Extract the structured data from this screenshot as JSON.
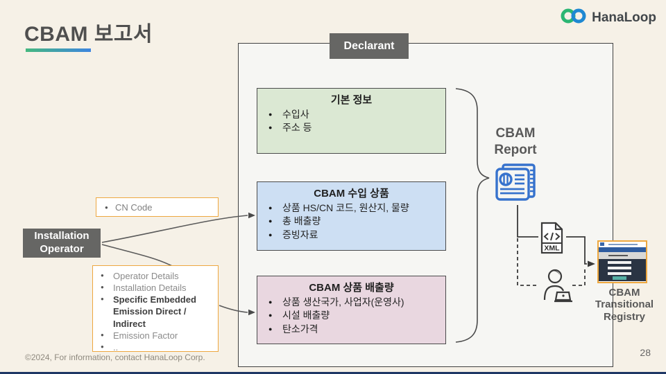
{
  "slide": {
    "title": "CBAM 보고서",
    "page_number": "28",
    "footer": "©2024, For information, contact HanaLoop Corp."
  },
  "logo": {
    "text": "HanaLoop"
  },
  "declarant": {
    "label": "Declarant",
    "basic_info": {
      "title": "기본 정보",
      "items": [
        "수입사",
        "주소 등"
      ]
    },
    "import_goods": {
      "title": "CBAM 수입 상품",
      "items": [
        "상품 HS/CN 코드, 원산지, 물량",
        "총 배출량",
        "증빙자료"
      ]
    },
    "emissions": {
      "title": "CBAM 상품 배출량",
      "items": [
        "상품 생산국가, 사업자(운영사)",
        "시설 배출량",
        "탄소가격"
      ]
    }
  },
  "operator": {
    "label": "Installation Operator",
    "cn_code": "CN Code",
    "details": [
      "Operator Details",
      "Installation Details",
      "Specific Embedded Emission Direct / Indirect",
      "Emission Factor",
      ".."
    ]
  },
  "output": {
    "report_label": "CBAM Report",
    "xml_label": "XML",
    "registry_label": "CBAM Transitional Registry"
  },
  "colors": {
    "accent_green": "#45b87f",
    "accent_blue": "#3d85e0",
    "box_green": "#dbe8d3",
    "box_blue": "#cddff3",
    "box_pink": "#e9d7e0",
    "label_gray": "#666664",
    "orange_border": "#eda73f",
    "icon_blue": "#3672cd",
    "line_gray": "#4a4a4a",
    "bottom_bar_navy": "#1e3765"
  }
}
